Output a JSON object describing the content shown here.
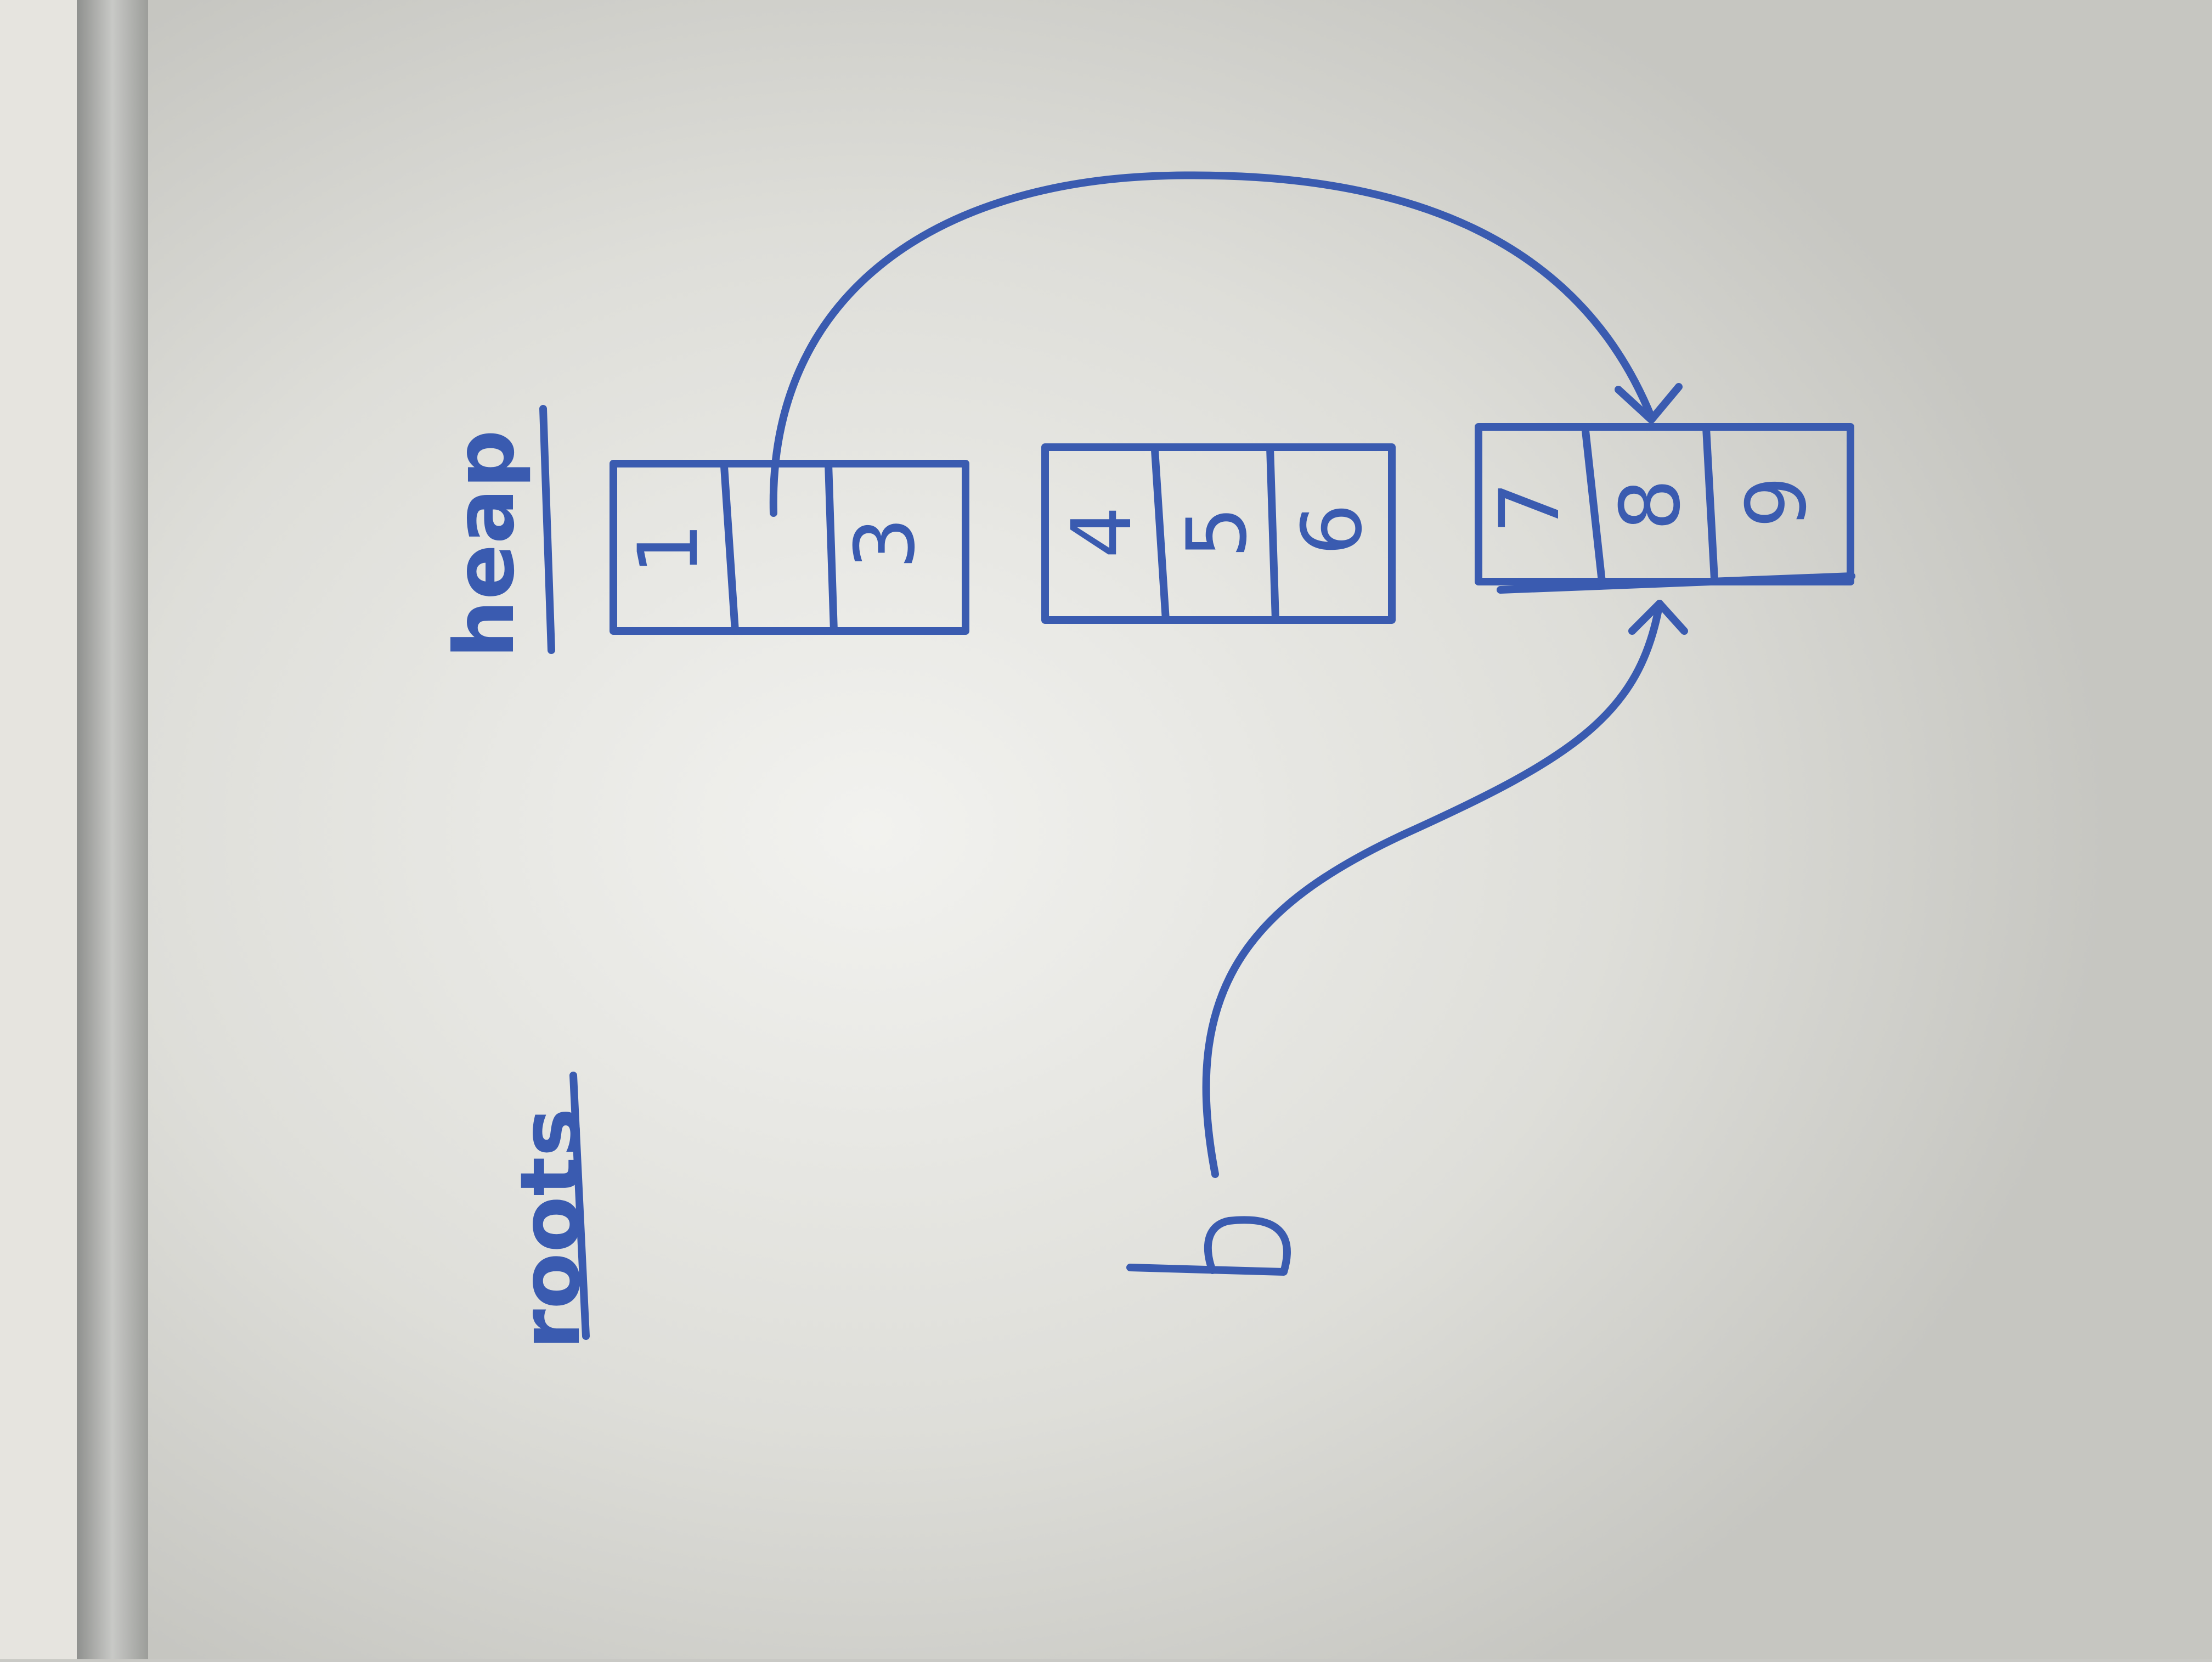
{
  "labels": {
    "heap": "heap",
    "roots": "roots",
    "root_var": "b"
  },
  "heap_blocks": [
    {
      "cells": [
        "1",
        "",
        "3"
      ]
    },
    {
      "cells": [
        "4",
        "5",
        "6"
      ]
    },
    {
      "cells": [
        "7",
        "8",
        "9"
      ]
    }
  ],
  "pointers": [
    {
      "from": "heap block 1, cell 2",
      "to": "heap block 3, cell 2"
    },
    {
      "from": "root b",
      "to": "heap block 3, cell 2"
    }
  ],
  "colors": {
    "marker": "#3a5bb0",
    "board": "#d8d8d4",
    "frame": "#a9aaa8"
  }
}
